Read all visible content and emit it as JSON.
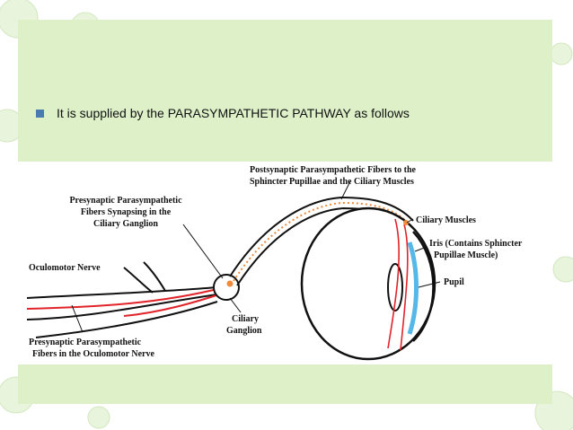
{
  "slide": {
    "bullet_text": "It is supplied by the PARASYMPATHETIC PATHWAY as follows"
  },
  "diagram": {
    "labels": {
      "postsynaptic_line1": "Postsynaptic Parasympathetic Fibers to the",
      "postsynaptic_line2": "Sphincter Pupillae and the Ciliary Muscles",
      "presyn_ganglion_line1": "Presynaptic Parasympathetic",
      "presyn_ganglion_line2": "Fibers Synapsing in the",
      "presyn_ganglion_line3": "Ciliary Ganglion",
      "ciliary_muscles": "Ciliary Muscles",
      "iris_line1": "Iris (Contains Sphincter",
      "iris_line2": "Pupillae Muscle)",
      "oculomotor_nerve": "Oculomotor Nerve",
      "pupil": "Pupil",
      "ciliary_ganglion_line1": "Ciliary",
      "ciliary_ganglion_line2": "Ganglion",
      "presyn_oculomotor_line1": "Presynaptic Parasympathetic",
      "presyn_oculomotor_line2": "Fibers in the Oculomotor Nerve"
    },
    "colors": {
      "fiber": "#e0242a",
      "iris": "#55b8e8",
      "ganglion_dot": "#f08a3c",
      "outline": "#111111"
    }
  }
}
